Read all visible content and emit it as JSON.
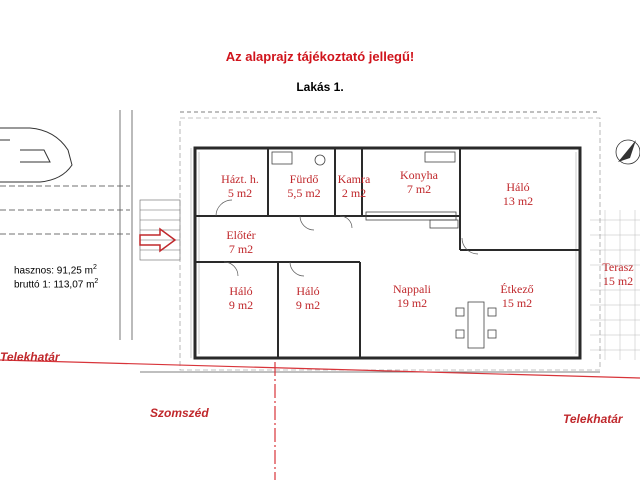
{
  "header": {
    "notice": "Az alaprajz tájékoztató jellegű!",
    "apartment": "Lakás 1."
  },
  "rooms": [
    {
      "name": "Házt. h.",
      "area": "5 m2"
    },
    {
      "name": "Fürdő",
      "area": "5,5 m2"
    },
    {
      "name": "Kamra",
      "area": "2 m2"
    },
    {
      "name": "Konyha",
      "area": "7 m2"
    },
    {
      "name": "Háló",
      "area": "13 m2"
    },
    {
      "name": "Előtér",
      "area": "7 m2"
    },
    {
      "name": "Háló",
      "area": "9 m2"
    },
    {
      "name": "Háló",
      "area": "9 m2"
    },
    {
      "name": "Nappali",
      "area": "19 m2"
    },
    {
      "name": "Étkező",
      "area": "15 m2"
    },
    {
      "name": "Terasz",
      "area": "15 m2"
    }
  ],
  "areas": {
    "hasznos_label": "hasznos: 91,25 m",
    "brutto_label": "bruttó 1: 113,07 m",
    "unit_sup": "2"
  },
  "boundaries": {
    "left": "Telekhatár",
    "neighbor": "Szomszéd",
    "right": "Telekhatár"
  },
  "colors": {
    "notice": "#d0141c",
    "room_label": "#c0282c",
    "boundary_line": "#d8343a",
    "walls": "#2a2a2a"
  },
  "icons": [
    "car-icon",
    "entrance-arrow-icon",
    "north-arrow-icon"
  ]
}
